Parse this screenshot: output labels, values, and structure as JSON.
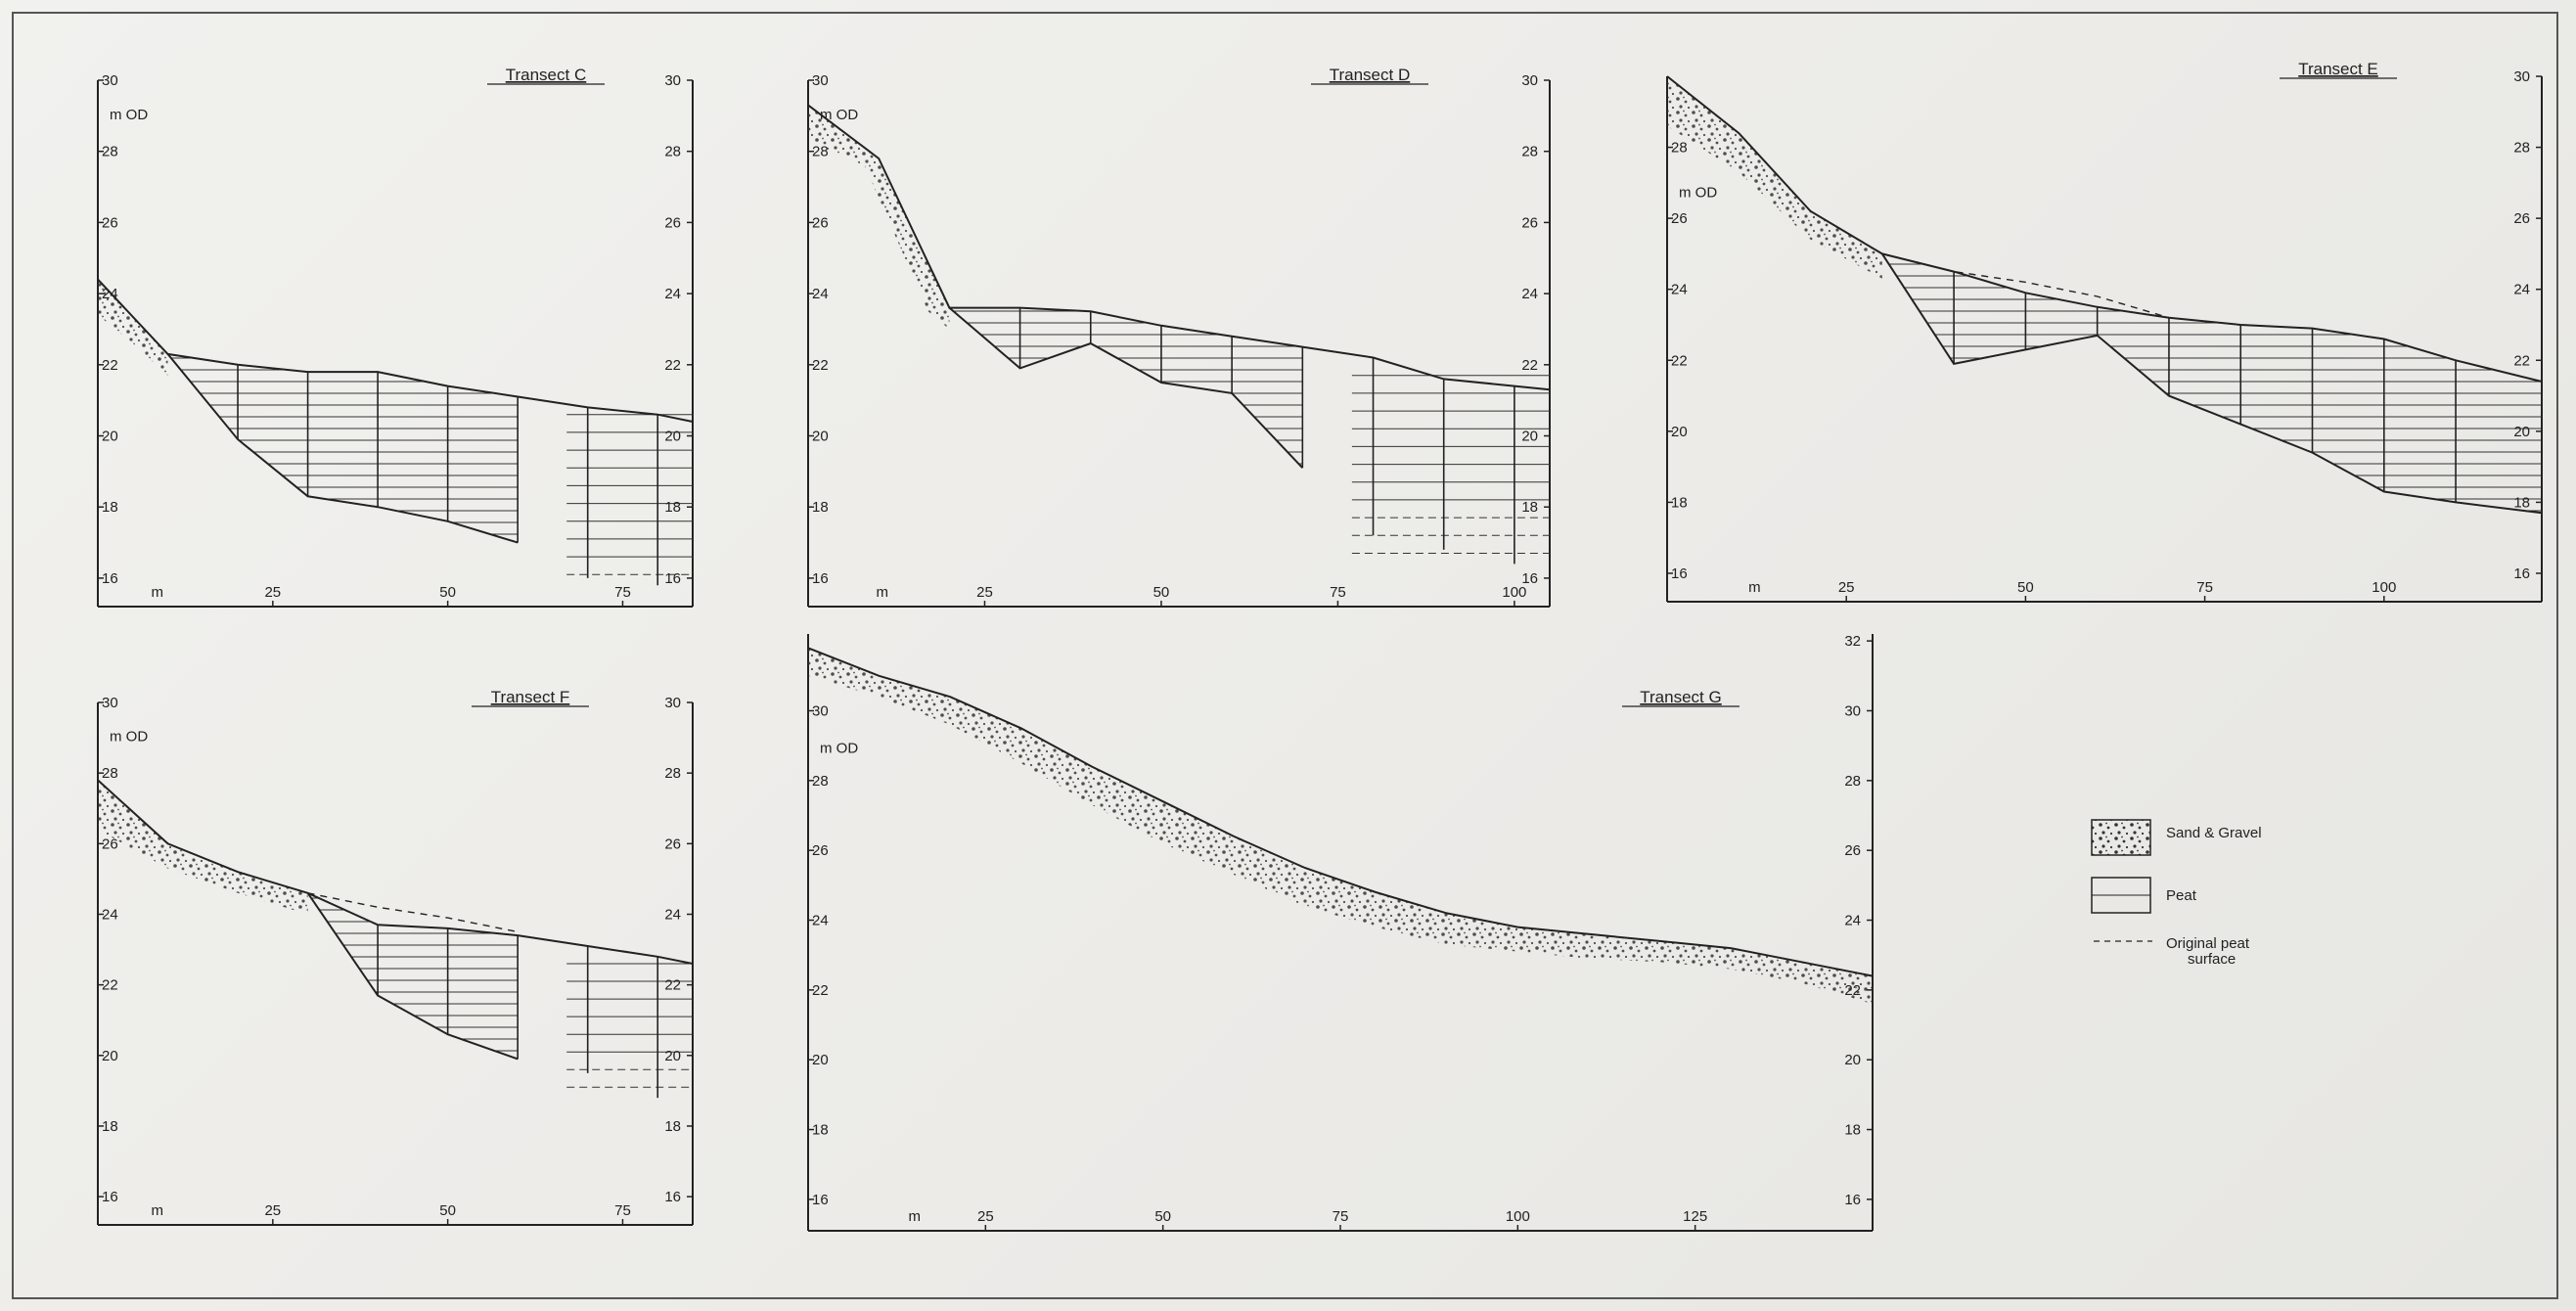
{
  "figure": {
    "colors": {
      "ink": "#222222",
      "paper": "#efefec"
    },
    "transects": [
      {
        "id": "C",
        "title": "Transect   C",
        "unit_label": "m  OD",
        "x_axis_label": "m",
        "x_ticks": [
          "25",
          "50",
          "75"
        ],
        "left_y_ticks": [
          "30",
          "28",
          "26",
          "24",
          "22",
          "20",
          "18",
          "16"
        ],
        "right_y_ticks": [
          "30",
          "28",
          "26",
          "24",
          "22",
          "20",
          "18",
          "16"
        ],
        "xlim": [
          0,
          85
        ],
        "ylim": [
          15.2,
          30
        ],
        "surface": [
          [
            0,
            24.4
          ],
          [
            10,
            22.3
          ],
          [
            20,
            22.0
          ],
          [
            30,
            21.8
          ],
          [
            40,
            21.8
          ],
          [
            50,
            21.4
          ],
          [
            60,
            21.1
          ],
          [
            70,
            20.8
          ],
          [
            80,
            20.6
          ],
          [
            85,
            20.4
          ]
        ],
        "peat_base": [
          [
            10,
            22.3
          ],
          [
            20,
            19.9
          ],
          [
            30,
            18.3
          ],
          [
            40,
            18.0
          ],
          [
            50,
            17.6
          ],
          [
            60,
            17.0
          ]
        ],
        "probes": [
          [
            70,
            16.0
          ],
          [
            80,
            15.8
          ]
        ],
        "sand": [
          [
            0,
            24.4
          ],
          [
            10,
            22.3
          ],
          [
            10,
            21.7
          ],
          [
            5,
            22.6
          ],
          [
            0,
            23.4
          ]
        ],
        "dashed_surface": []
      },
      {
        "id": "D",
        "title": "Transect   D",
        "unit_label": "m  OD",
        "x_axis_label": "m",
        "x_ticks": [
          "25",
          "50",
          "75",
          "100"
        ],
        "left_y_ticks": [
          "30",
          "28",
          "26",
          "24",
          "22",
          "20",
          "18",
          "16"
        ],
        "right_y_ticks": [
          "30",
          "28",
          "26",
          "24",
          "22",
          "20",
          "18",
          "16"
        ],
        "xlim": [
          0,
          105
        ],
        "ylim": [
          15.2,
          30
        ],
        "surface": [
          [
            0,
            29.3
          ],
          [
            10,
            27.8
          ],
          [
            20,
            23.6
          ],
          [
            30,
            23.6
          ],
          [
            40,
            23.5
          ],
          [
            50,
            23.1
          ],
          [
            60,
            22.8
          ],
          [
            70,
            22.5
          ],
          [
            80,
            22.2
          ],
          [
            90,
            21.6
          ],
          [
            100,
            21.4
          ],
          [
            105,
            21.3
          ]
        ],
        "peat_base": [
          [
            20,
            23.6
          ],
          [
            30,
            21.9
          ],
          [
            40,
            22.6
          ],
          [
            50,
            21.5
          ],
          [
            60,
            21.2
          ],
          [
            70,
            19.1
          ]
        ],
        "probes": [
          [
            80,
            17.2
          ],
          [
            90,
            16.8
          ],
          [
            100,
            16.4
          ]
        ],
        "sand": [
          [
            0,
            29.3
          ],
          [
            10,
            27.8
          ],
          [
            20,
            23.6
          ],
          [
            20,
            23.0
          ],
          [
            17,
            23.5
          ],
          [
            8,
            27.6
          ],
          [
            0,
            28.3
          ]
        ],
        "dashed_surface": []
      },
      {
        "id": "E",
        "title": "Transect      E",
        "unit_label": "m  OD",
        "x_axis_label": "m",
        "x_ticks": [
          "25",
          "50",
          "75",
          "100"
        ],
        "left_y_ticks": [
          "28",
          "26",
          "24",
          "22",
          "20",
          "18",
          "16"
        ],
        "right_y_ticks": [
          "30",
          "28",
          "26",
          "24",
          "22",
          "20",
          "18",
          "16"
        ],
        "xlim": [
          0,
          122
        ],
        "ylim": [
          15.2,
          30
        ],
        "surface": [
          [
            0,
            30.0
          ],
          [
            10,
            28.4
          ],
          [
            20,
            26.2
          ],
          [
            30,
            25.0
          ],
          [
            40,
            24.5
          ],
          [
            50,
            23.9
          ],
          [
            60,
            23.5
          ],
          [
            70,
            23.2
          ],
          [
            80,
            23.0
          ],
          [
            90,
            22.9
          ],
          [
            100,
            22.6
          ],
          [
            110,
            22.0
          ],
          [
            122,
            21.4
          ]
        ],
        "peat_base": [
          [
            30,
            25.0
          ],
          [
            40,
            21.9
          ],
          [
            50,
            22.3
          ],
          [
            60,
            22.7
          ],
          [
            70,
            21.0
          ],
          [
            80,
            20.2
          ],
          [
            90,
            19.4
          ],
          [
            100,
            18.3
          ],
          [
            110,
            18.0
          ],
          [
            122,
            17.7
          ]
        ],
        "probes": [],
        "sand": [
          [
            0,
            30.0
          ],
          [
            10,
            28.4
          ],
          [
            20,
            26.2
          ],
          [
            30,
            25.0
          ],
          [
            30,
            24.3
          ],
          [
            20,
            25.4
          ],
          [
            10,
            27.3
          ],
          [
            0,
            28.6
          ]
        ],
        "dashed_surface": [
          [
            30,
            25.0
          ],
          [
            40,
            24.5
          ],
          [
            50,
            24.2
          ],
          [
            60,
            23.8
          ],
          [
            70,
            23.2
          ]
        ]
      },
      {
        "id": "F",
        "title": "Transect      F",
        "unit_label": "m  OD",
        "x_axis_label": "m",
        "x_ticks": [
          "25",
          "50",
          "75"
        ],
        "left_y_ticks": [
          "30",
          "28",
          "26",
          "24",
          "22",
          "20",
          "18",
          "16"
        ],
        "right_y_ticks": [
          "30",
          "28",
          "26",
          "24",
          "22",
          "20",
          "18",
          "16"
        ],
        "xlim": [
          0,
          85
        ],
        "ylim": [
          15.2,
          30
        ],
        "surface": [
          [
            0,
            27.8
          ],
          [
            10,
            26.0
          ],
          [
            20,
            25.2
          ],
          [
            30,
            24.6
          ],
          [
            40,
            23.7
          ],
          [
            50,
            23.6
          ],
          [
            60,
            23.4
          ],
          [
            70,
            23.1
          ],
          [
            80,
            22.8
          ],
          [
            85,
            22.6
          ]
        ],
        "peat_base": [
          [
            30,
            24.6
          ],
          [
            40,
            21.7
          ],
          [
            50,
            20.6
          ],
          [
            60,
            19.9
          ]
        ],
        "probes": [
          [
            70,
            19.5
          ],
          [
            80,
            18.8
          ]
        ],
        "sand": [
          [
            0,
            27.8
          ],
          [
            10,
            26.0
          ],
          [
            20,
            25.2
          ],
          [
            30,
            24.6
          ],
          [
            30,
            24.0
          ],
          [
            20,
            24.6
          ],
          [
            10,
            25.3
          ],
          [
            0,
            26.4
          ]
        ],
        "dashed_surface": [
          [
            30,
            24.6
          ],
          [
            40,
            24.2
          ],
          [
            50,
            23.9
          ],
          [
            60,
            23.5
          ]
        ]
      },
      {
        "id": "G",
        "title": "Transect      G",
        "unit_label": "m  OD",
        "x_axis_label": "m",
        "x_ticks": [
          "25",
          "50",
          "75",
          "100",
          "125"
        ],
        "left_y_ticks": [
          "30",
          "28",
          "26",
          "24",
          "22",
          "20",
          "18",
          "16"
        ],
        "right_y_ticks": [
          "32",
          "30",
          "28",
          "26",
          "24",
          "22",
          "20",
          "18",
          "16"
        ],
        "xlim": [
          0,
          150
        ],
        "ylim": [
          15.1,
          32.2
        ],
        "surface": [
          [
            0,
            31.8
          ],
          [
            10,
            31.0
          ],
          [
            20,
            30.4
          ],
          [
            30,
            29.5
          ],
          [
            40,
            28.4
          ],
          [
            50,
            27.4
          ],
          [
            60,
            26.4
          ],
          [
            70,
            25.5
          ],
          [
            80,
            24.8
          ],
          [
            90,
            24.2
          ],
          [
            100,
            23.8
          ],
          [
            110,
            23.6
          ],
          [
            120,
            23.4
          ],
          [
            130,
            23.2
          ],
          [
            140,
            22.8
          ],
          [
            150,
            22.4
          ]
        ],
        "peat_base": [],
        "probes": [],
        "sand": [
          [
            0,
            31.8
          ],
          [
            10,
            31.0
          ],
          [
            20,
            30.4
          ],
          [
            30,
            29.5
          ],
          [
            40,
            28.4
          ],
          [
            50,
            27.4
          ],
          [
            60,
            26.4
          ],
          [
            70,
            25.5
          ],
          [
            80,
            24.8
          ],
          [
            90,
            24.2
          ],
          [
            100,
            23.8
          ],
          [
            110,
            23.6
          ],
          [
            120,
            23.4
          ],
          [
            130,
            23.2
          ],
          [
            140,
            22.8
          ],
          [
            150,
            22.4
          ],
          [
            150,
            21.6
          ],
          [
            140,
            22.2
          ],
          [
            130,
            22.6
          ],
          [
            120,
            22.8
          ],
          [
            110,
            22.9
          ],
          [
            100,
            23.1
          ],
          [
            90,
            23.3
          ],
          [
            80,
            23.8
          ],
          [
            70,
            24.4
          ],
          [
            60,
            25.3
          ],
          [
            50,
            26.2
          ],
          [
            40,
            27.3
          ],
          [
            30,
            28.5
          ],
          [
            20,
            29.6
          ],
          [
            10,
            30.4
          ],
          [
            0,
            31.0
          ]
        ],
        "dashed_surface": []
      }
    ],
    "legend": {
      "sand_gravel": "Sand  &  Gravel",
      "peat": "Peat",
      "original_line1": "Original  peat",
      "original_line2": "surface"
    }
  }
}
